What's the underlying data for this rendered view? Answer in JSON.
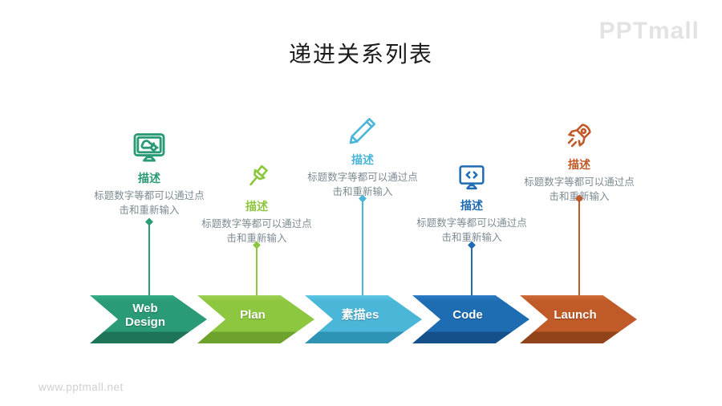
{
  "page": {
    "title": "递进关系列表",
    "brand": "PPTmall",
    "watermark": "www.pptmall.net"
  },
  "steps": [
    {
      "name": "web-design",
      "label": "Web Design",
      "desc_title": "描述",
      "desc": "标题数字等都可以通过点击和重新输入",
      "icon": "monitor-cloud-icon",
      "color": "#2A9B76",
      "color_light": "#35AD86",
      "color_dark": "#1D7458"
    },
    {
      "name": "plan",
      "label": "Plan",
      "desc_title": "描述",
      "desc": "标题数字等都可以通过点击和重新输入",
      "icon": "pushpin-icon",
      "color": "#8DC63F",
      "color_light": "#9DD254",
      "color_dark": "#6DA22C"
    },
    {
      "name": "sketch",
      "label": "素描es",
      "desc_title": "描述",
      "desc": "标题数字等都可以通过点击和重新输入",
      "icon": "pencil-icon",
      "color": "#4AB6D8",
      "color_light": "#5EC6E4",
      "color_dark": "#2E93B5"
    },
    {
      "name": "code",
      "label": "Code",
      "desc_title": "描述",
      "desc": "标题数字等都可以通过点击和重新输入",
      "icon": "code-monitor-icon",
      "color": "#1E6CB2",
      "color_light": "#2B7CC5",
      "color_dark": "#14508A"
    },
    {
      "name": "launch",
      "label": "Launch",
      "desc_title": "描述",
      "desc": "标题数字等都可以通过点击和重新输入",
      "icon": "rocket-icon",
      "color": "#C05A28",
      "color_light": "#CF6C38",
      "color_dark": "#91431A"
    }
  ]
}
